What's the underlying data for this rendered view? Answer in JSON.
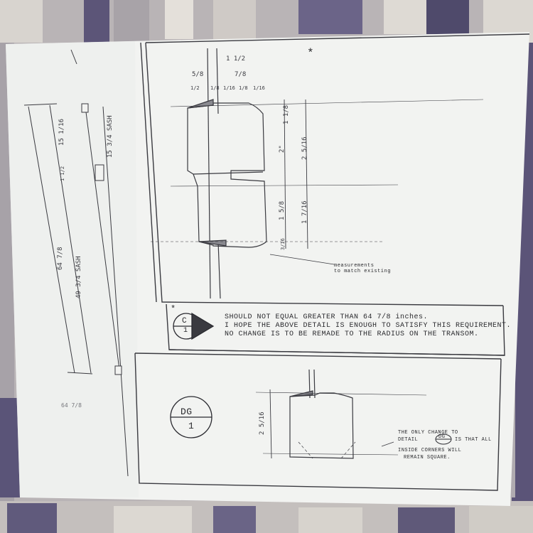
{
  "drawing": {
    "note_lines": [
      "SHOULD NOT EQUAL GREATER THAN 64 7/8 inches.",
      "I HOPE THE ABOVE DETAIL IS ENOUGH TO SATISFY THIS REQUIREMENT.",
      "NO CHANGE IS TO BE REMADE TO THE RADIUS ON THE TRANSOM."
    ],
    "callout_match": [
      "measurements",
      "to match existing"
    ],
    "callout_change": [
      "THE ONLY CHANGE TO",
      "DETAIL",
      "IS THAT ALL",
      "INSIDE CORNERS WILL",
      "REMAIN SQUARE."
    ],
    "detail_c": {
      "top": "C",
      "bottom": "1"
    },
    "detail_dg": {
      "top": "DG",
      "bottom": "1"
    },
    "detail_dg_small": "DG",
    "asterisk": "*",
    "dims_top": [
      "1 1/2",
      "5/8",
      "7/8",
      "1/2",
      "1/8",
      "1/16",
      "1/8",
      "1/16"
    ],
    "dims_right": [
      "1 1/8",
      "2\"",
      "2 5/16",
      "1 5/8",
      "1 7/16",
      "3/16"
    ],
    "dims_left": [
      "64 7/8",
      "15 1/16",
      "1 1/2",
      "49 3/4 SASH",
      "15 3/4 SASH"
    ],
    "dim_lower": "2 5/16",
    "pencil_mark": "64 7/8"
  }
}
